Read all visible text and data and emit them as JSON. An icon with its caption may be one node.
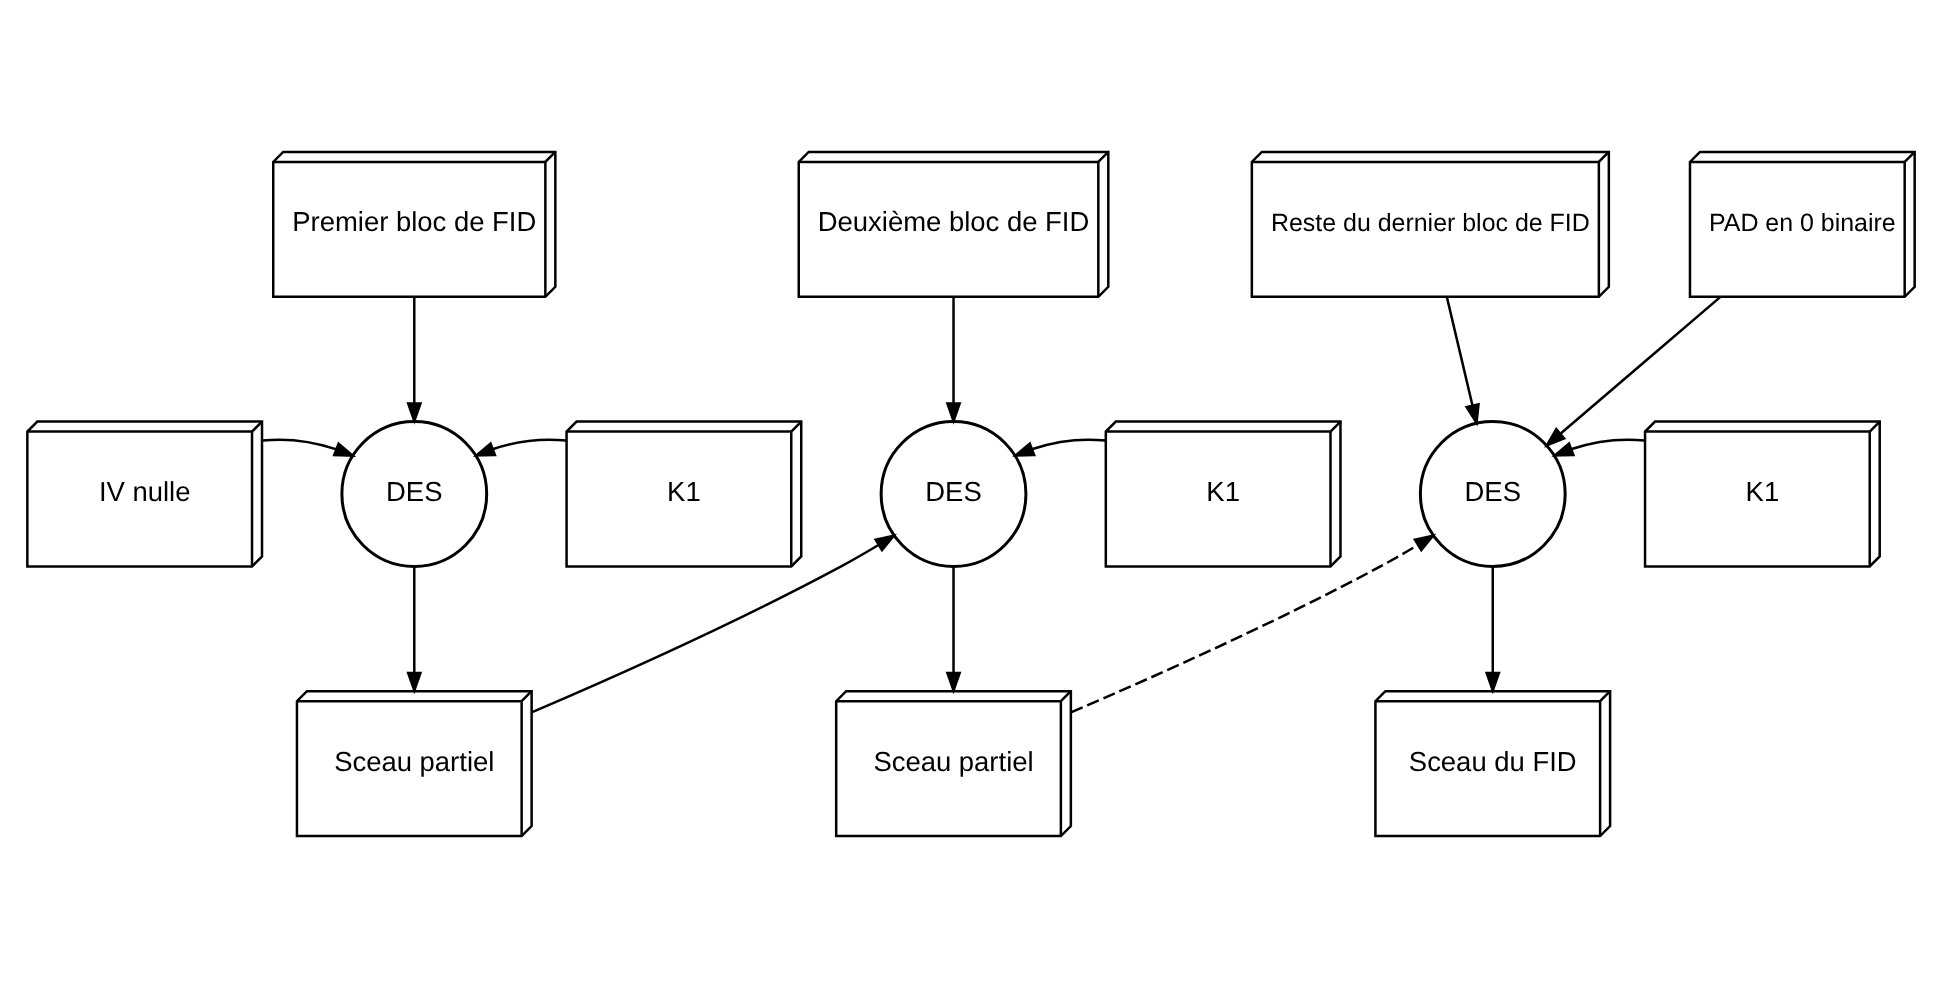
{
  "diagram": {
    "nodes": [
      {
        "text": [
          "Premier bloc de FID"
        ]
      },
      {
        "text": [
          "IV nulle"
        ]
      },
      {
        "text": [
          "DES"
        ]
      },
      {
        "text": [
          "K1"
        ]
      },
      {
        "text": [
          "Sceau partiel"
        ]
      },
      {
        "text": [
          "Deuxième bloc de FID"
        ]
      },
      {
        "text": [
          "DES"
        ]
      },
      {
        "text": [
          "K1"
        ]
      },
      {
        "text": [
          "Sceau partiel"
        ]
      },
      {
        "text": [
          "Reste du dernier bloc de FID"
        ]
      },
      {
        "text": [
          "PAD en 0 binaire"
        ]
      },
      {
        "text": [
          "DES"
        ]
      },
      {
        "text": [
          "K1"
        ]
      },
      {
        "text": [
          "Sceau du FID"
        ]
      }
    ],
    "edges": [
      {
        "from": 0,
        "to": 2,
        "arrow": "to"
      },
      {
        "from": 1,
        "to": 2,
        "arrow": "to"
      },
      {
        "from": 3,
        "to": 2,
        "arrow": "to"
      },
      {
        "from": 2,
        "to": 4,
        "arrow": "to"
      },
      {
        "from": 5,
        "to": 6,
        "arrow": "to"
      },
      {
        "from": 4,
        "to": 6,
        "arrow": "to"
      },
      {
        "from": 7,
        "to": 6,
        "arrow": "to"
      },
      {
        "from": 6,
        "to": 8,
        "arrow": "to"
      },
      {
        "from": 9,
        "to": 11,
        "arrow": "to"
      },
      {
        "from": 10,
        "to": 11,
        "arrow": "to"
      },
      {
        "from": 8,
        "to": 11,
        "arrow": "to",
        "style": "dashed"
      },
      {
        "from": 12,
        "to": 11,
        "arrow": "to"
      },
      {
        "from": 11,
        "to": 13,
        "arrow": "to"
      }
    ]
  }
}
